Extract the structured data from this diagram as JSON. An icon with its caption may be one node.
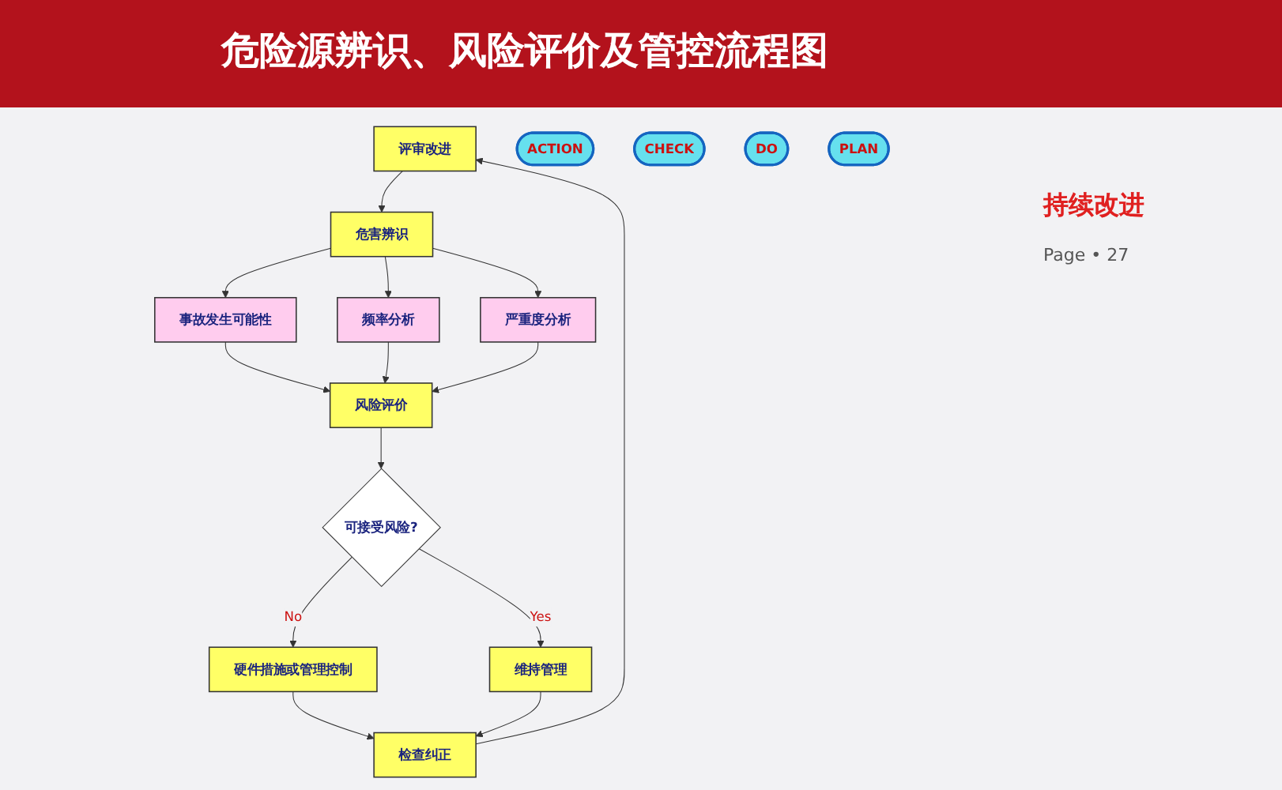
{
  "diagram": {
    "title": "危险源辨识、风险评价及管控流程图",
    "nodes": [
      {
        "text": [
          "评审改进"
        ]
      },
      {
        "text": [
          "危害辨识"
        ]
      },
      {
        "text": [
          "事故发生可能性"
        ]
      },
      {
        "text": [
          "频率分析"
        ]
      },
      {
        "text": [
          "严重度分析"
        ]
      },
      {
        "text": [
          "风险评价"
        ]
      },
      {
        "text": [
          "可接受风险?"
        ]
      },
      {
        "text": [
          "硬件措施或管理控制"
        ]
      },
      {
        "text": [
          "维持管理"
        ]
      },
      {
        "text": [
          "检查纠正"
        ]
      },
      {
        "text": [
          "ACTION"
        ]
      },
      {
        "text": [
          "CHECK"
        ]
      },
      {
        "text": [
          "DO"
        ]
      },
      {
        "text": [
          "PLAN"
        ]
      }
    ],
    "edges": [
      {
        "from": 0,
        "to": 1,
        "arrow": "to"
      },
      {
        "from": 1,
        "to": 2,
        "arrow": "to"
      },
      {
        "from": 1,
        "to": 3,
        "arrow": "to"
      },
      {
        "from": 1,
        "to": 4,
        "arrow": "to"
      },
      {
        "from": 2,
        "to": 5,
        "arrow": "to"
      },
      {
        "from": 3,
        "to": 5,
        "arrow": "to"
      },
      {
        "from": 4,
        "to": 5,
        "arrow": "to"
      },
      {
        "from": 5,
        "to": 6,
        "arrow": "to"
      },
      {
        "from": 6,
        "to": 7,
        "label": "No",
        "arrow": "to"
      },
      {
        "from": 6,
        "to": 8,
        "label": "Yes",
        "arrow": "to"
      },
      {
        "from": 7,
        "to": 9,
        "arrow": "to"
      },
      {
        "from": 8,
        "to": 9,
        "arrow": "to"
      },
      {
        "from": 9,
        "to": 0,
        "arrow": "to"
      }
    ],
    "labels": [
      "持续改进",
      "Page • 27"
    ]
  }
}
